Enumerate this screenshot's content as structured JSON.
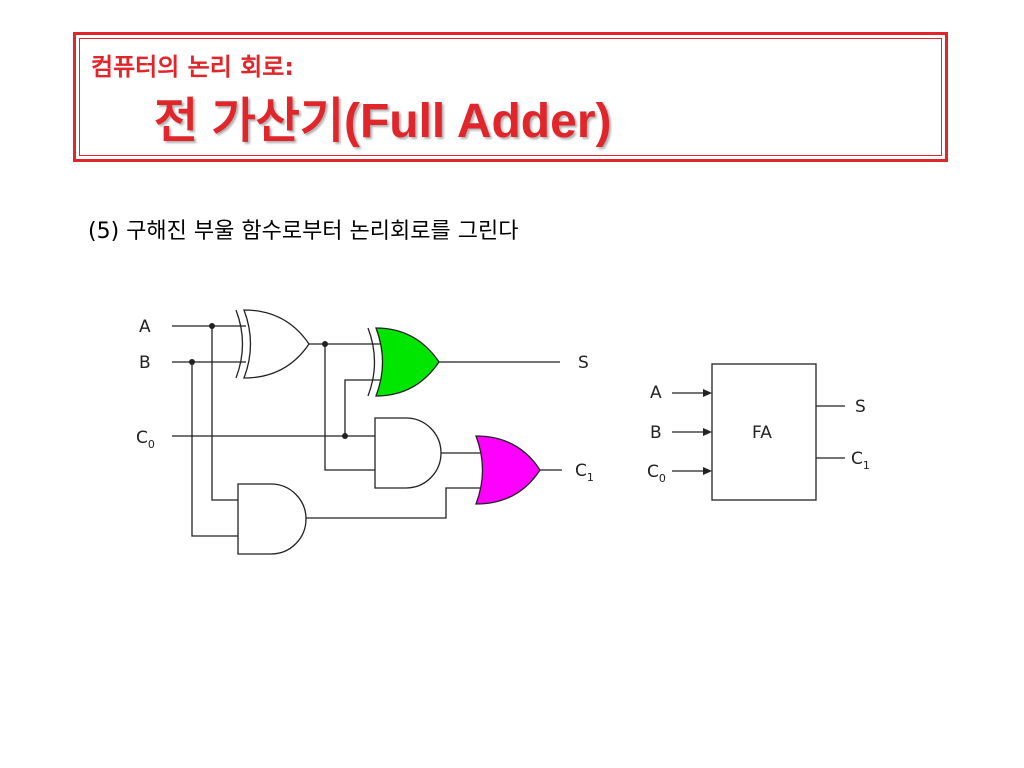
{
  "title": {
    "subtitle": "컴퓨터의 논리 회로:",
    "main": "전 가산기(Full Adder)"
  },
  "step": "(5) 구해진 부울 함수로부터 논리회로를 그린다",
  "circuit": {
    "input_a": "A",
    "input_b": "B",
    "input_c": "C",
    "input_c_sub": "0",
    "output_s": "S",
    "output_c": "C",
    "output_c_sub": "1"
  },
  "block": {
    "name": "FA",
    "input_a": "A",
    "input_b": "B",
    "input_c": "C",
    "input_c_sub": "0",
    "output_s": "S",
    "output_c": "C",
    "output_c_sub": "1"
  },
  "colors": {
    "title": "#e0262b",
    "xor2_fill": "#00e600",
    "or_fill": "#ff00ff",
    "line": "#222222"
  }
}
